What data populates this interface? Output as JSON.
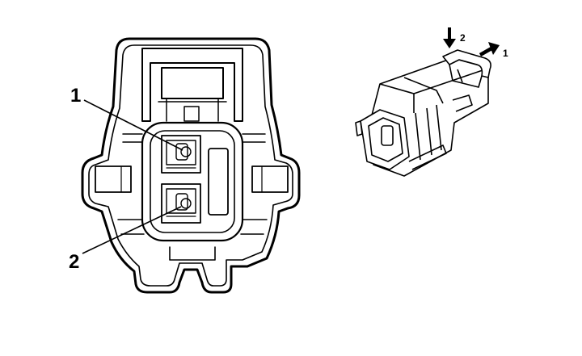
{
  "front_view": {
    "callouts": [
      {
        "id": "1",
        "text": "1"
      },
      {
        "id": "2",
        "text": "2"
      }
    ]
  },
  "side_view": {
    "arrows": [
      {
        "id": "2",
        "text": "2",
        "direction": "down"
      },
      {
        "id": "1",
        "text": "1",
        "direction": "up-right"
      }
    ]
  },
  "colors": {
    "line": "#000000",
    "background": "#ffffff",
    "fill": "#ffffff"
  }
}
